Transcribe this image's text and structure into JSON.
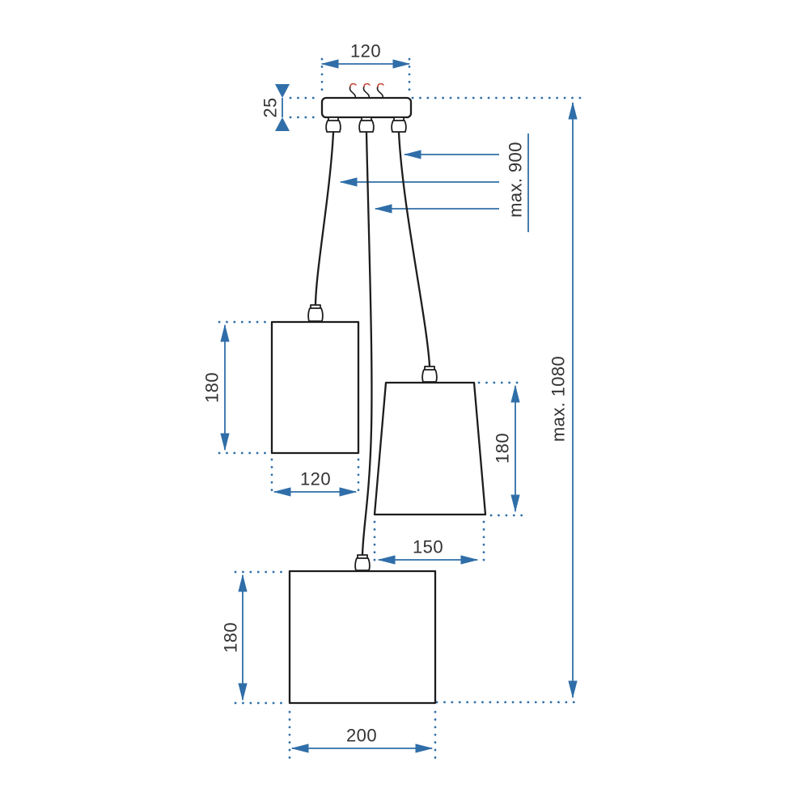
{
  "colors": {
    "accent_blue": "#2f6ea8",
    "line_black": "#1d1d1d",
    "text": "#333333",
    "wire_tip_red": "#c44536",
    "background": "#ffffff"
  },
  "dimensions": {
    "canopy_width": "120",
    "canopy_height": "25",
    "cable_max_length": "max. 900",
    "total_max_height": "max. 1080",
    "shade_small": {
      "height": "180",
      "width": "120"
    },
    "shade_medium": {
      "height": "180",
      "width": "150"
    },
    "shade_large": {
      "height": "180",
      "width": "200"
    }
  }
}
